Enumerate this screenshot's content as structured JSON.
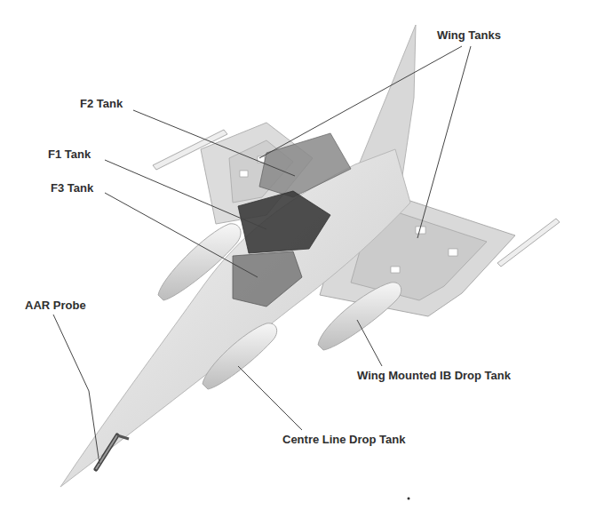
{
  "diagram": {
    "labels": [
      "F2 Tank",
      "Wing Tanks",
      "F1 Tank",
      "F3 Tank",
      "AAR Probe",
      "Wing Mounted IB Drop Tank",
      "Centre Line Drop Tank"
    ]
  }
}
